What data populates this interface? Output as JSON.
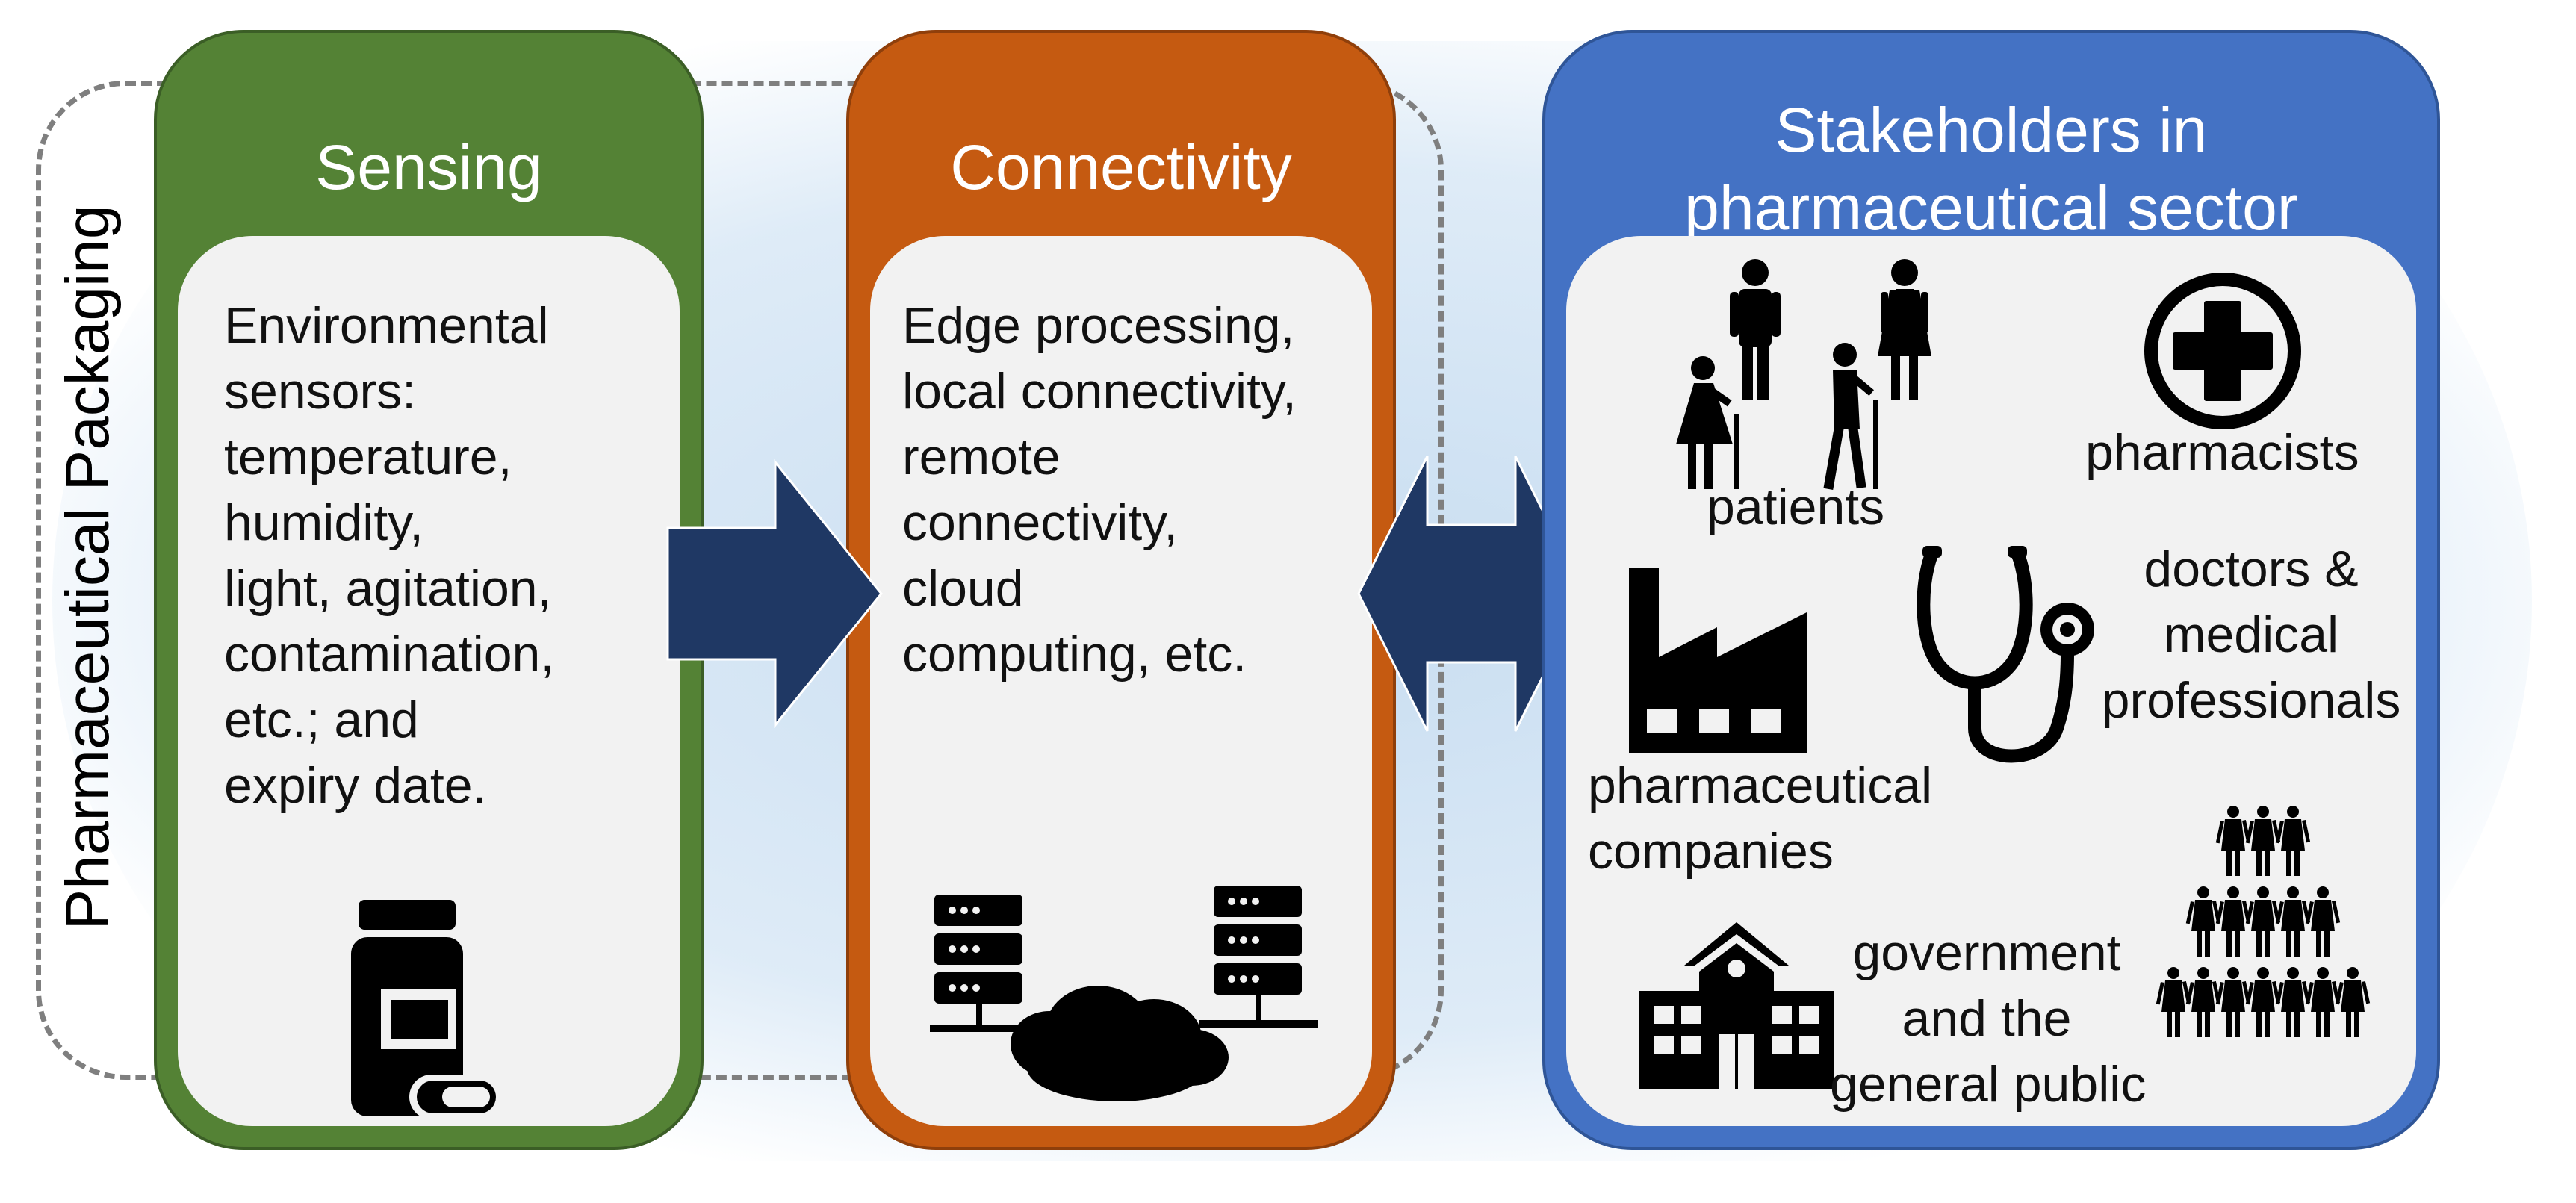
{
  "side_label": "Pharmaceutical Packaging",
  "panels": {
    "sensing": {
      "title": "Sensing",
      "lines": [
        "Environmental",
        "sensors:",
        "temperature,",
        "humidity,",
        "light, agitation,",
        "contamination,",
        "etc.; and",
        "expiry date."
      ],
      "icon": "medicine-bottle-icon"
    },
    "connectivity": {
      "title": "Connectivity",
      "lines": [
        "Edge processing,",
        "local connectivity,",
        "remote",
        "connectivity,",
        "cloud",
        "computing, etc."
      ],
      "icon": "server-cloud-icon"
    },
    "stakeholders": {
      "title_lines": [
        "Stakeholders in",
        "pharmaceutical sector"
      ],
      "groups": {
        "patients": "patients",
        "pharmacists": "pharmacists",
        "doctors": [
          "doctors &",
          "medical",
          "professionals"
        ],
        "companies": [
          "pharmaceutical",
          "companies"
        ],
        "government": [
          "government",
          "and the",
          "general public"
        ]
      }
    }
  },
  "colors": {
    "sensing": "#548235",
    "connectivity": "#c55a11",
    "stakeholders": "#4472c4",
    "arrow": "#1f3864",
    "inner": "#f2f2f2",
    "dashed_border": "#7f7f7f"
  }
}
